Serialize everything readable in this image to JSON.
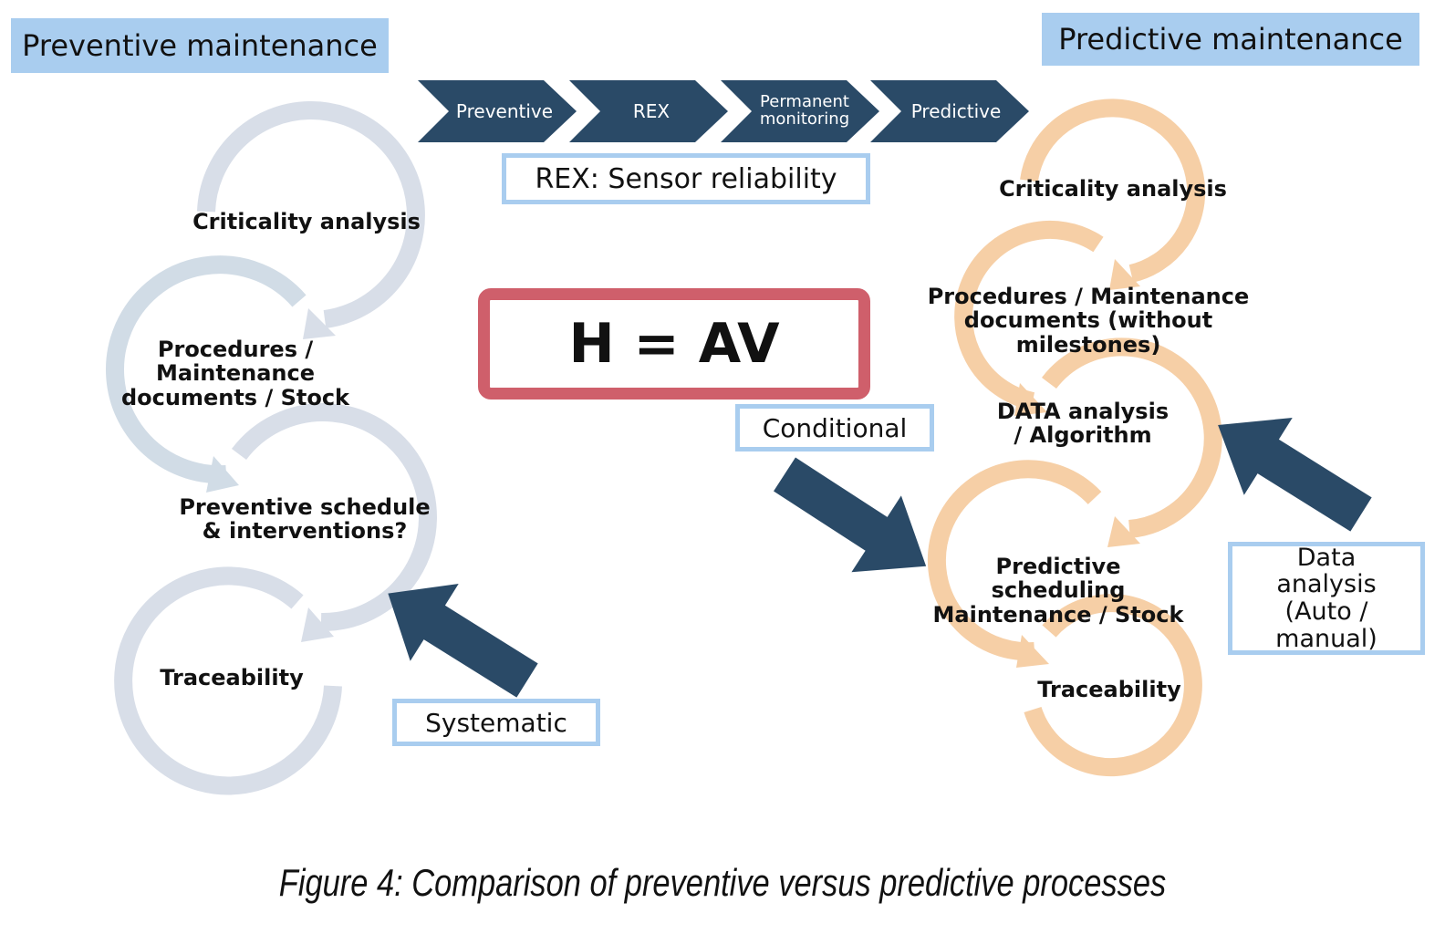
{
  "headers": {
    "left": "Preventive maintenance",
    "right": "Predictive maintenance"
  },
  "process_chevrons": [
    "Preventive",
    "REX",
    "Permanent monitoring",
    "Predictive"
  ],
  "rex_box": "REX: Sensor reliability",
  "formula": "H = AV",
  "preventive_cycle": {
    "steps": [
      "Criticality analysis",
      "Procedures / Maintenance documents / Stock",
      "Preventive schedule & interventions?",
      "Traceability"
    ],
    "trigger_label": "Systematic",
    "color": "#d4dbe6"
  },
  "predictive_cycle": {
    "steps": [
      "Criticality analysis",
      "Procedures / Maintenance documents (without milestones)",
      "DATA analysis / Algorithm",
      "Predictive scheduling Maintenance / Stock",
      "Traceability"
    ],
    "trigger_labels": {
      "conditional": "Conditional",
      "data_analysis": "Data analysis (Auto / manual)"
    },
    "color": "#f6cfa5"
  },
  "caption": "Figure 4: Comparison of preventive versus predictive processes",
  "colors": {
    "header_fill": "#a9cdef",
    "chevron_fill": "#2a4a67",
    "formula_border": "#cf5f6b",
    "arrow_fill": "#2a4a67"
  }
}
